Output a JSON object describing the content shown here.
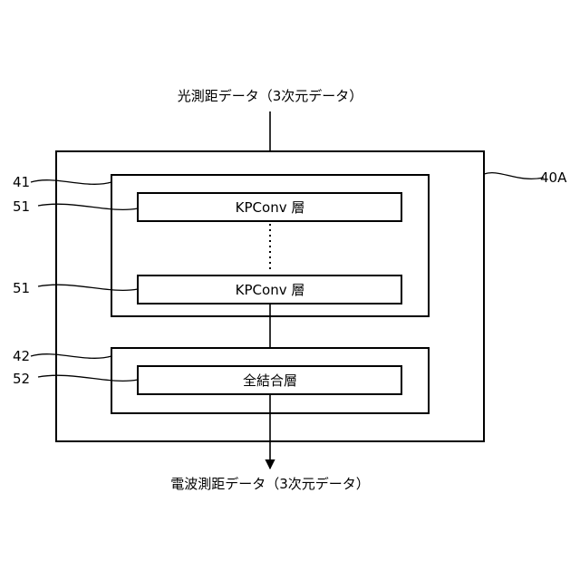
{
  "input_label": "光測距データ（3次元データ）",
  "output_label": "電波測距データ（3次元データ）",
  "refs": {
    "outer": "40A",
    "group_conv": "41",
    "group_fc": "42",
    "layer_conv": "51",
    "layer_fc": "52"
  },
  "layers": {
    "conv": "KPConv 層",
    "fc": "全結合層"
  }
}
